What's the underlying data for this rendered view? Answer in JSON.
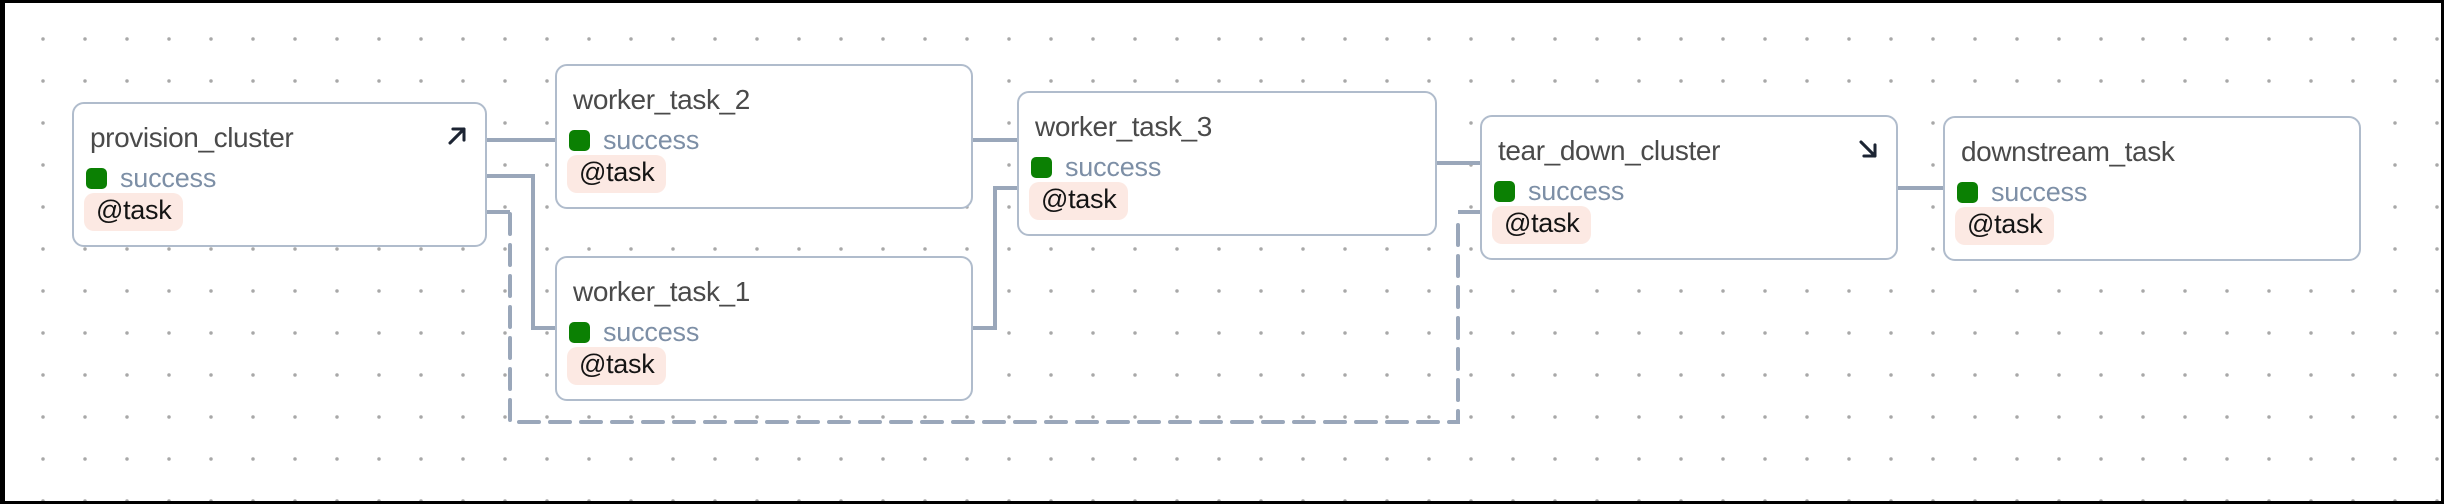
{
  "diagram": {
    "type": "dag-graph",
    "nodes": [
      {
        "id": "provision_cluster",
        "title": "provision_cluster",
        "status": "success",
        "decorator": "@task",
        "marker": "arrow-up-right"
      },
      {
        "id": "worker_task_2",
        "title": "worker_task_2",
        "status": "success",
        "decorator": "@task"
      },
      {
        "id": "worker_task_1",
        "title": "worker_task_1",
        "status": "success",
        "decorator": "@task"
      },
      {
        "id": "worker_task_3",
        "title": "worker_task_3",
        "status": "success",
        "decorator": "@task"
      },
      {
        "id": "tear_down_cluster",
        "title": "tear_down_cluster",
        "status": "success",
        "decorator": "@task",
        "marker": "arrow-down-right"
      },
      {
        "id": "downstream_task",
        "title": "downstream_task",
        "status": "success",
        "decorator": "@task"
      }
    ],
    "edges": [
      {
        "from": "provision_cluster",
        "to": "worker_task_2",
        "style": "solid"
      },
      {
        "from": "provision_cluster",
        "to": "worker_task_1",
        "style": "solid"
      },
      {
        "from": "provision_cluster",
        "to": "tear_down_cluster",
        "style": "dashed"
      },
      {
        "from": "worker_task_2",
        "to": "worker_task_3",
        "style": "solid"
      },
      {
        "from": "worker_task_1",
        "to": "worker_task_3",
        "style": "solid"
      },
      {
        "from": "worker_task_3",
        "to": "tear_down_cluster",
        "style": "solid"
      },
      {
        "from": "tear_down_cluster",
        "to": "downstream_task",
        "style": "solid"
      }
    ]
  },
  "colors": {
    "status_success_green": "#0b8003",
    "status_label_text": "#7d8fa6",
    "node_border": "#b0bccc",
    "edge_line": "#9aa7ba",
    "decorator_pill_bg": "#fce9e3",
    "node_title_text": "#4a4a4a",
    "marker_icon": "#1c2433",
    "grid_dot": "#a8a8a8",
    "frame_border": "#000000"
  }
}
